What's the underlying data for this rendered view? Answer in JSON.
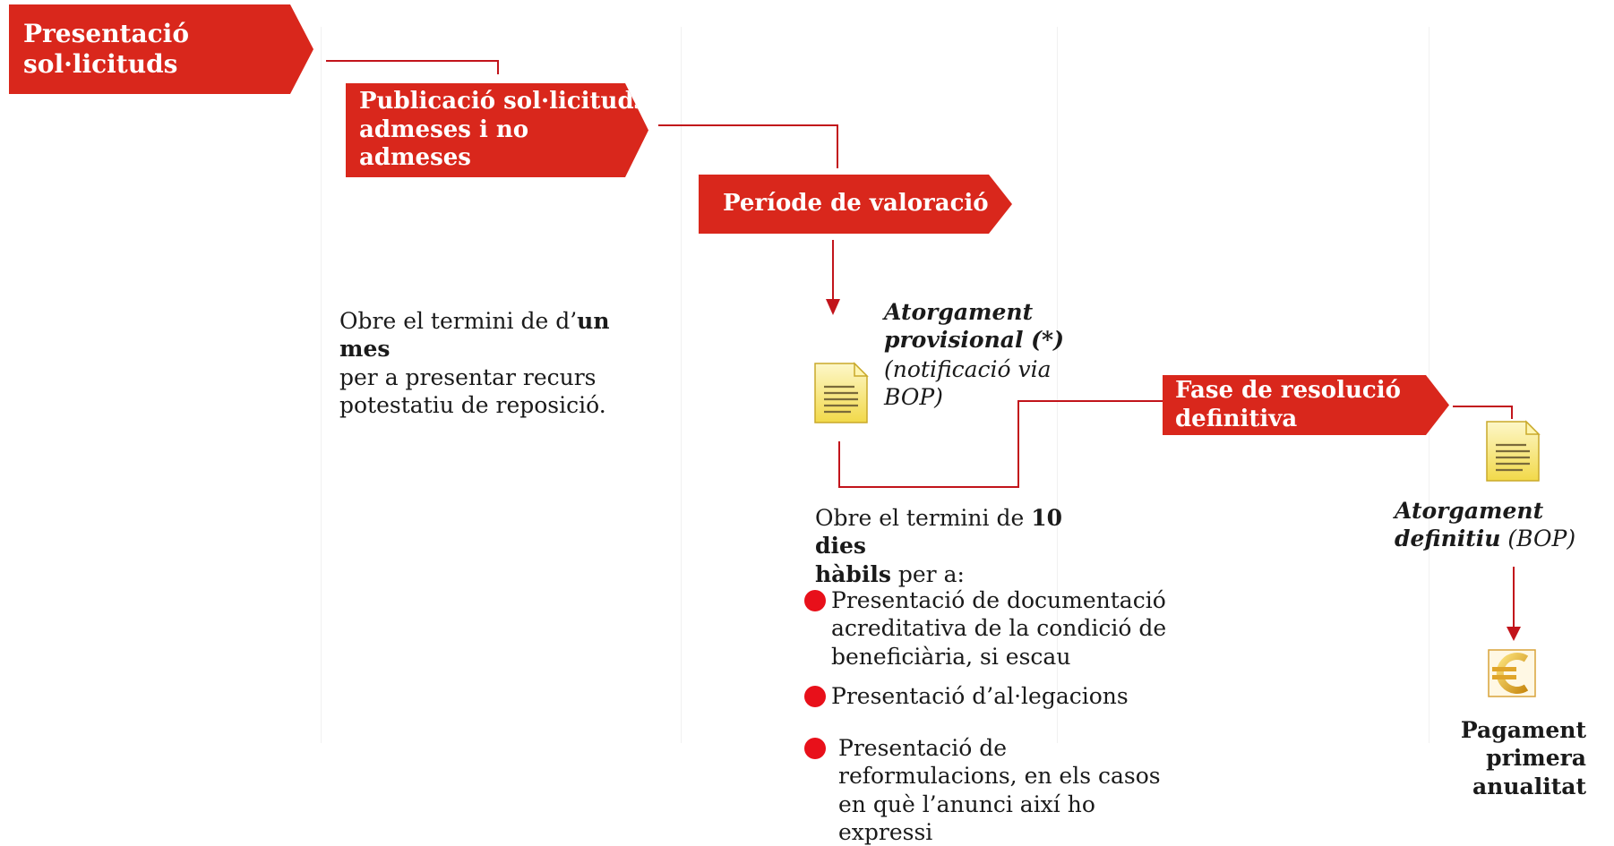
{
  "colors": {
    "step_fill": "#d9271c",
    "connector": "#c2141b",
    "bullet": "#e8101a"
  },
  "steps": {
    "presentacio": "Presentació\nsol·licituds",
    "publicacio": "Publicació sol·licituds\nadmeses i no admeses",
    "periode": "Període de valoració",
    "fase": "Fase de resolució\ndefinitiva"
  },
  "note_recurs": {
    "before": "Obre el termini de  d’",
    "bold": "un mes",
    "after": "\nper a presentar recurs\npotestatiu de reposició."
  },
  "provisional": {
    "title1": "Atorgament",
    "title2": "provisional (*)",
    "sub1": "(notificació via",
    "sub2": "BOP)",
    "icon": "document-icon"
  },
  "termini_10": {
    "before": "Obre el termini de ",
    "bold1": "10 dies",
    "bold2": "hàbils",
    "after": " per a:"
  },
  "bullets": [
    "Presentació de documentació\nacreditativa de la condició de\nbeneficiària, si escau",
    "Presentació d’al·legacions",
    "Presentació de\nreformulacions, en els casos\nen què l’anunci així ho\nexpressi"
  ],
  "definitiu": {
    "line1": "Atorgament",
    "line2_bold": "definitiu",
    "line2_rest": " (BOP)",
    "icon": "document-icon"
  },
  "pagament": {
    "label": "Pagament\nprimera\nanualitat",
    "icon": "euro-icon"
  }
}
